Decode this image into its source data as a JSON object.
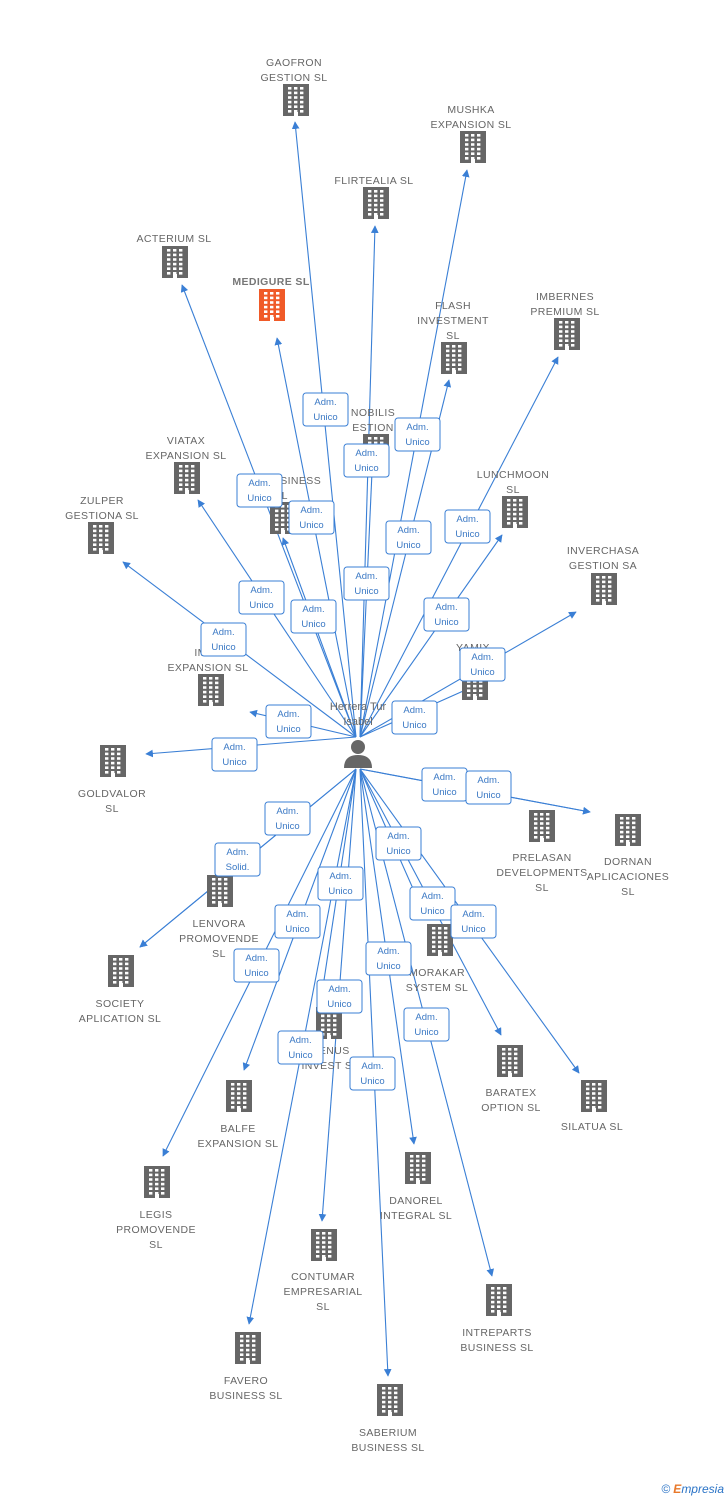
{
  "person": {
    "name_lines": [
      "Herrera Tur",
      "Isabel"
    ]
  },
  "companies": [
    {
      "id": "gaofron",
      "lines": [
        "GAOFRON",
        "GESTION  SL"
      ]
    },
    {
      "id": "mushka",
      "lines": [
        "MUSHKA",
        "EXPANSION  SL"
      ]
    },
    {
      "id": "flirtealia",
      "lines": [
        "FLIRTEALIA  SL"
      ]
    },
    {
      "id": "acterium",
      "lines": [
        "ACTERIUM  SL"
      ]
    },
    {
      "id": "medigure",
      "lines": [
        "MEDIGURE  SL"
      ],
      "highlight": true
    },
    {
      "id": "imbernes",
      "lines": [
        "IMBERNES",
        "PREMIUM  SL"
      ]
    },
    {
      "id": "flash",
      "lines": [
        "FLASH",
        "INVESTMENT",
        "SL"
      ]
    },
    {
      "id": "nobilis",
      "lines": [
        "NOBILIS",
        "ESTION"
      ]
    },
    {
      "id": "viatax",
      "lines": [
        "VIATAX",
        "EXPANSION  SL"
      ]
    },
    {
      "id": "neobusiness",
      "lines": [
        "NEOBUSINESS",
        "SL"
      ]
    },
    {
      "id": "lunchmoon",
      "lines": [
        "LUNCHMOON",
        "SL"
      ]
    },
    {
      "id": "zulper",
      "lines": [
        "ZULPER",
        "GESTIONA  SL"
      ]
    },
    {
      "id": "inverchasa",
      "lines": [
        "INVERCHASA",
        "GESTION SA"
      ]
    },
    {
      "id": "imsa",
      "lines": [
        "IMSA",
        "EXPANSION  SL"
      ]
    },
    {
      "id": "yamix",
      "lines": [
        "YAMIX",
        "GES"
      ]
    },
    {
      "id": "goldvalor",
      "lines": [
        "GOLDVALOR",
        "SL"
      ]
    },
    {
      "id": "prelasan",
      "lines": [
        "PRELASAN",
        "DEVELOPMENTS",
        "SL"
      ]
    },
    {
      "id": "dornan",
      "lines": [
        "DORNAN",
        "APLICACIONES",
        "SL"
      ]
    },
    {
      "id": "lenvora",
      "lines": [
        "LENVORA",
        "PROMOVENDE",
        "SL"
      ]
    },
    {
      "id": "society",
      "lines": [
        "SOCIETY",
        "APLICATION SL"
      ]
    },
    {
      "id": "morakar",
      "lines": [
        "MORAKAR",
        "SYSTEM  SL"
      ]
    },
    {
      "id": "genus",
      "lines": [
        "GENUS",
        "INVEST  SL"
      ]
    },
    {
      "id": "baratex",
      "lines": [
        "BARATEX",
        "OPTION  SL"
      ]
    },
    {
      "id": "silatua",
      "lines": [
        "SILATUA  SL"
      ]
    },
    {
      "id": "balfe",
      "lines": [
        "BALFE",
        "EXPANSION  SL"
      ]
    },
    {
      "id": "legis",
      "lines": [
        "LEGIS",
        "PROMOVENDE",
        "SL"
      ]
    },
    {
      "id": "danorel",
      "lines": [
        "DANOREL",
        "INTEGRAL  SL"
      ]
    },
    {
      "id": "contumar",
      "lines": [
        "CONTUMAR",
        "EMPRESARIAL",
        "SL"
      ]
    },
    {
      "id": "intreparts",
      "lines": [
        "INTREPARTS",
        "BUSINESS  SL"
      ]
    },
    {
      "id": "favero",
      "lines": [
        "FAVERO",
        "BUSINESS  SL"
      ]
    },
    {
      "id": "saberium",
      "lines": [
        "SABERIUM",
        "BUSINESS  SL"
      ]
    }
  ],
  "relations": [
    {
      "lines": [
        "Adm.",
        "Unico"
      ]
    },
    {
      "lines": [
        "Adm.",
        "Unico"
      ]
    },
    {
      "lines": [
        "Adm.",
        "Unico"
      ]
    },
    {
      "lines": [
        "Adm.",
        "Unico"
      ]
    },
    {
      "lines": [
        "Adm.",
        "Unico"
      ]
    },
    {
      "lines": [
        "Adm.",
        "Unico"
      ]
    },
    {
      "lines": [
        "Adm.",
        "Unico"
      ]
    },
    {
      "lines": [
        "Adm.",
        "Unico"
      ]
    },
    {
      "lines": [
        "Adm.",
        "Unico"
      ]
    },
    {
      "lines": [
        "Adm.",
        "Unico"
      ]
    },
    {
      "lines": [
        "Adm.",
        "Unico"
      ]
    },
    {
      "lines": [
        "Adm.",
        "Unico"
      ]
    },
    {
      "lines": [
        "Adm.",
        "Unico"
      ]
    },
    {
      "lines": [
        "Adm.",
        "Unico"
      ]
    },
    {
      "lines": [
        "Adm.",
        "Unico"
      ]
    },
    {
      "lines": [
        "Adm.",
        "Unico"
      ]
    },
    {
      "lines": [
        "Adm.",
        "Unico"
      ]
    },
    {
      "lines": [
        "Adm.",
        "Unico"
      ]
    },
    {
      "lines": [
        "Adm.",
        "Unico"
      ]
    },
    {
      "lines": [
        "Adm.",
        "Unico"
      ]
    },
    {
      "lines": [
        "Adm.",
        "Solid."
      ]
    },
    {
      "lines": [
        "Adm.",
        "Unico"
      ]
    },
    {
      "lines": [
        "Adm.",
        "Unico"
      ]
    },
    {
      "lines": [
        "Adm.",
        "Unico"
      ]
    },
    {
      "lines": [
        "Adm.",
        "Unico"
      ]
    },
    {
      "lines": [
        "Adm.",
        "Unico"
      ]
    },
    {
      "lines": [
        "Adm.",
        "Unico"
      ]
    },
    {
      "lines": [
        "Adm.",
        "Unico"
      ]
    },
    {
      "lines": [
        "Adm.",
        "Unico"
      ]
    },
    {
      "lines": [
        "Adm.",
        "Unico"
      ]
    },
    {
      "lines": [
        "Adm.",
        "Unico"
      ]
    }
  ],
  "footer": {
    "copyright_symbol": "©",
    "brand_first": "E",
    "brand_rest": "mpresia"
  },
  "colors": {
    "edge": "#3a7fd5",
    "building": "#666666",
    "highlight": "#f05a28",
    "person": "#666666"
  }
}
